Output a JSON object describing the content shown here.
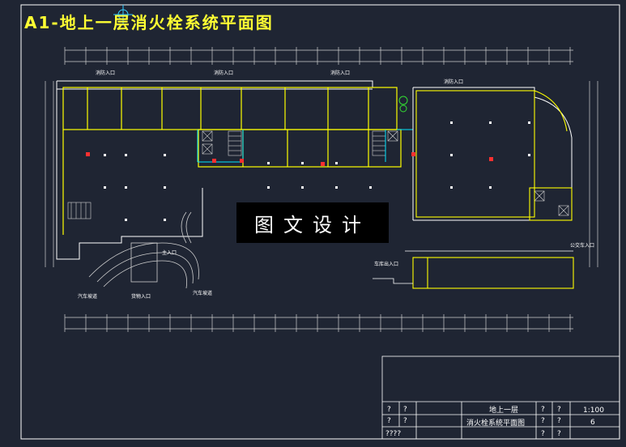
{
  "drawing": {
    "title": "A1-地上一层消火栓系统平面图",
    "watermark": "图文设计"
  },
  "plan_labels": {
    "entrance_1": "消防入口",
    "entrance_2": "消防入口",
    "entrance_3": "消防入口",
    "entrance_right": "消防入口",
    "parking_entrance": "公交车入口",
    "lower_ramp": "车库出入口",
    "ramp_left": "汽车坡道",
    "ramp_mid": "货物入口",
    "ramp_right": "汽车坡道",
    "main_entrance": "主入口"
  },
  "title_block": {
    "drawing_name_line1": "地上一层",
    "drawing_name_line2": "消火栓系统平面图",
    "scale": "1:100",
    "sheet": "6",
    "placeholder": "?",
    "placeholder_long": "????"
  },
  "colors": {
    "background": "#1f2533",
    "frame": "#ffffff",
    "wall": "#ffff00",
    "pipe_cyan": "#00e5ff",
    "dim": "#d0d0d0",
    "hydrant": "#ff3030",
    "green": "#33dd33"
  }
}
